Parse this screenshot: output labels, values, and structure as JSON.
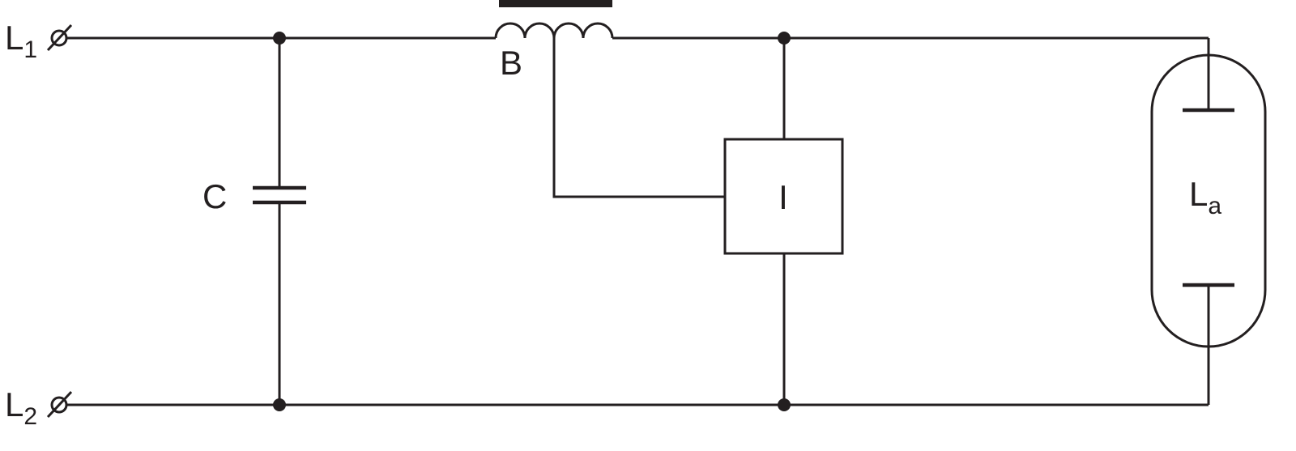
{
  "diagram": {
    "type": "circuit-schematic",
    "description": "Discharge lamp circuit with ballast, ignitor and compensation capacitor",
    "labels": {
      "terminal_top": {
        "main": "L",
        "sub": "1"
      },
      "terminal_bottom": {
        "main": "L",
        "sub": "2"
      },
      "capacitor": "C",
      "ballast": "B",
      "ignitor": "I",
      "lamp": {
        "main": "L",
        "sub": "a"
      }
    },
    "colors": {
      "line": "#231f20",
      "background": "#ffffff"
    }
  }
}
